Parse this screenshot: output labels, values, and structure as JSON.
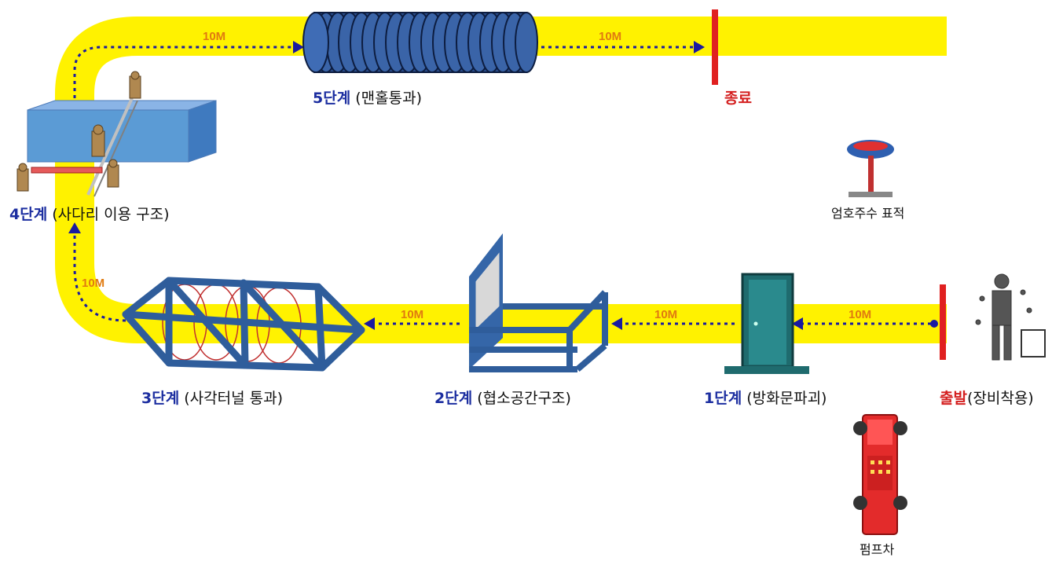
{
  "stages": {
    "s1": {
      "stage": "1단계",
      "desc": "(방화문파괴)"
    },
    "s2": {
      "stage": "2단계",
      "desc": "(협소공간구조)"
    },
    "s3": {
      "stage": "3단계",
      "desc": "(사각터널 통과)"
    },
    "s4": {
      "stage": "4단계",
      "desc": "(사다리 이용 구조)"
    },
    "s5": {
      "stage": "5단계",
      "desc": "(맨홀통과)"
    }
  },
  "start": {
    "label": "출발",
    "desc": "(장비착용)"
  },
  "finish": {
    "label": "종료"
  },
  "target_label": "엄호주수 표적",
  "pump_label": "펌프차",
  "distances": [
    "10M",
    "10M",
    "10M",
    "10M",
    "10M",
    "10M"
  ],
  "colors": {
    "track": "#fff200",
    "arrow": "#1a1aa0",
    "marker": "#e02020",
    "stage": "#1c2ea0"
  }
}
